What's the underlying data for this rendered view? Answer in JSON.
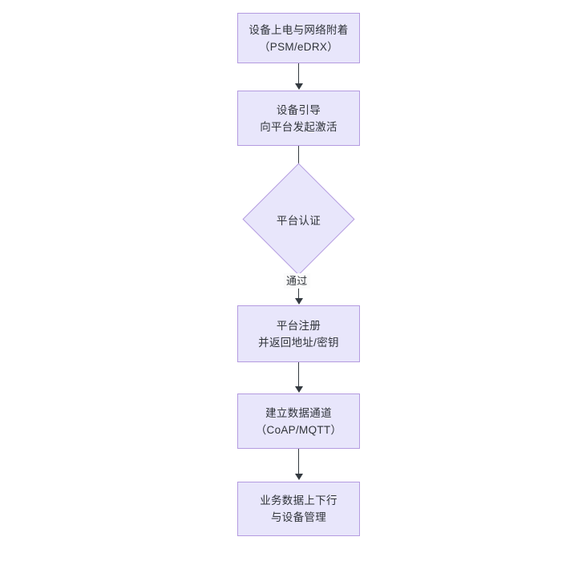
{
  "diagram": {
    "type": "flowchart",
    "orientation": "top-to-bottom",
    "colors": {
      "node_fill": "#e8e6fb",
      "node_border": "#b49be0",
      "text": "#30343a",
      "edge": "#343a40",
      "background": "#ffffff"
    },
    "nodes": [
      {
        "id": "n1",
        "shape": "rectangle",
        "lines": [
          "设备上电与网络附着",
          "（PSM/eDRX）"
        ]
      },
      {
        "id": "n2",
        "shape": "rectangle",
        "lines": [
          "设备引导",
          "向平台发起激活"
        ]
      },
      {
        "id": "n3",
        "shape": "diamond",
        "lines": [
          "平台认证"
        ]
      },
      {
        "id": "n4",
        "shape": "rectangle",
        "lines": [
          "平台注册",
          "并返回地址/密钥"
        ]
      },
      {
        "id": "n5",
        "shape": "rectangle",
        "lines": [
          "建立数据通道",
          "（CoAP/MQTT）"
        ]
      },
      {
        "id": "n6",
        "shape": "rectangle",
        "lines": [
          "业务数据上下行",
          "与设备管理"
        ]
      }
    ],
    "edges": [
      {
        "id": "e1",
        "from": "n1",
        "to": "n2",
        "label": ""
      },
      {
        "id": "e2",
        "from": "n2",
        "to": "n3",
        "label": ""
      },
      {
        "id": "e3",
        "from": "n3",
        "to": "n4",
        "label": "通过"
      },
      {
        "id": "e4",
        "from": "n4",
        "to": "n5",
        "label": ""
      },
      {
        "id": "e5",
        "from": "n5",
        "to": "n6",
        "label": ""
      }
    ]
  }
}
